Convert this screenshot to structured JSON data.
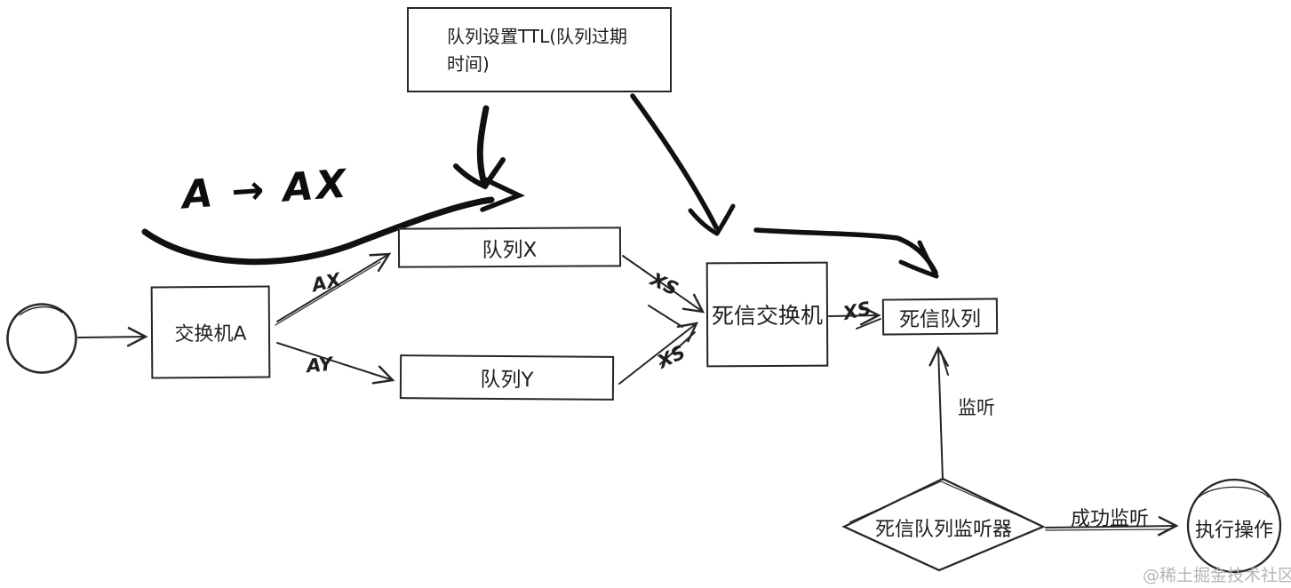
{
  "colors": {
    "ink": "#262626",
    "thick_ink": "#101010",
    "background": "#ffffff",
    "watermark": "#b6b6b6"
  },
  "note": {
    "text": "队列设置TTL(队列过期时间)"
  },
  "nodes": {
    "exchange_a": {
      "label": "交换机A"
    },
    "queue_x": {
      "label": "队列X"
    },
    "queue_y": {
      "label": "队列Y"
    },
    "dead_letter_exchange": {
      "label": "死信交换机"
    },
    "dead_letter_queue": {
      "label": "死信队列"
    },
    "listener": {
      "label": "死信队列监听器"
    },
    "action": {
      "label": "执行操作"
    }
  },
  "edge_labels": {
    "ax": "AX",
    "ay": "AY",
    "xs_from_queue_x": "XS",
    "xs_from_queue_y": "XS",
    "xs_to_dead_letter_queue": "XS",
    "listen": "监听",
    "success_listen": "成功监听"
  },
  "annotations": {
    "handwriting": "A → AX"
  },
  "watermark": {
    "text": "@稀土掘金技术社区"
  }
}
